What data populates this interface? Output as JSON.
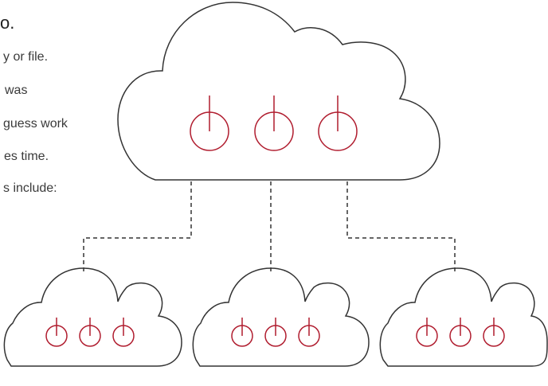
{
  "text": {
    "heading_fragment": "o.",
    "lines": [
      "y or file.",
      "was",
      "guess work",
      "es time.",
      "s include:"
    ]
  },
  "diagram": {
    "accent_color": "#b01c2e",
    "line_color": "#333333",
    "icon": "power-icon",
    "main_cloud_icon_count": 3,
    "child_clouds": [
      {
        "name": "left",
        "icon_count": 3
      },
      {
        "name": "center",
        "icon_count": 3
      },
      {
        "name": "right",
        "icon_count": 3
      }
    ]
  }
}
